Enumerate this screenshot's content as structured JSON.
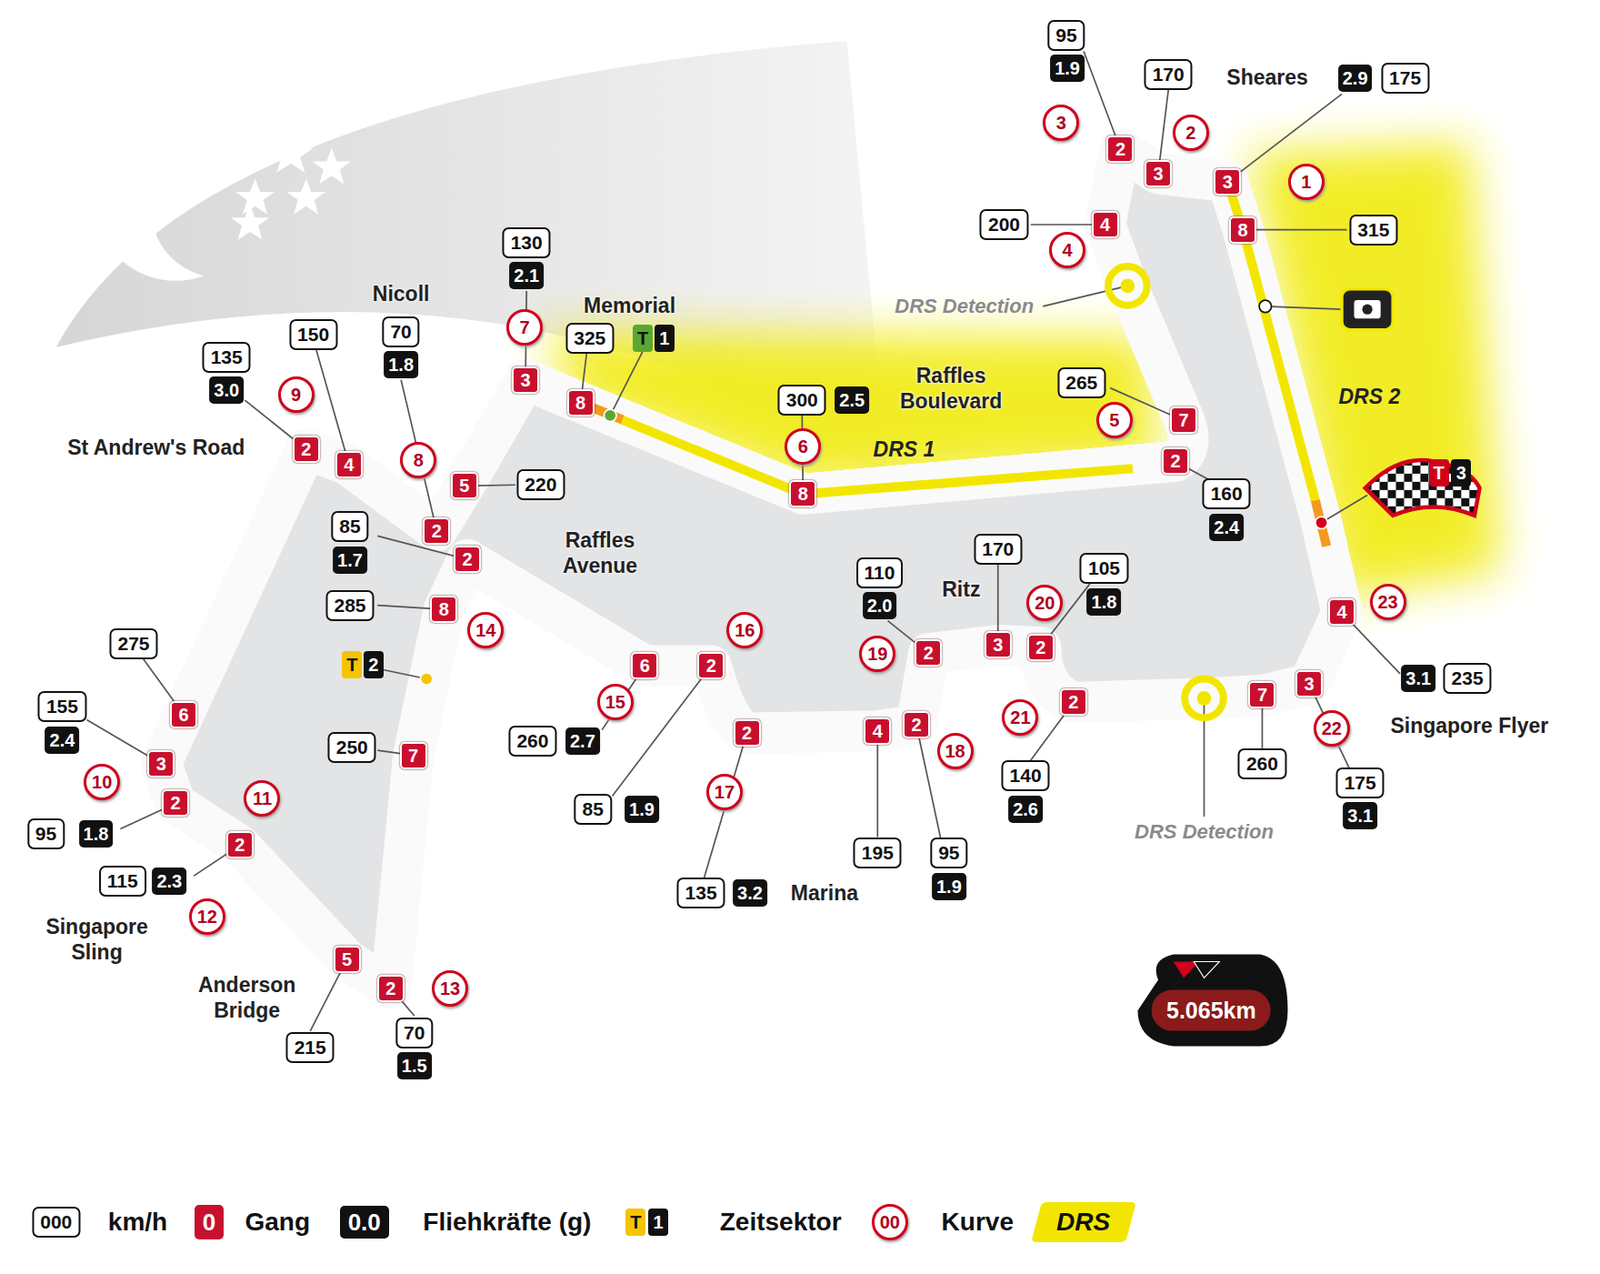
{
  "diagram": {
    "labels": [
      "95",
      "1.9",
      "3",
      "170",
      "2",
      "Sheares",
      "2.9",
      "175",
      "2",
      "3",
      "3",
      "1",
      "8",
      "315",
      "200",
      "4",
      "4",
      "DRS Detection",
      "Nicoll",
      "130",
      "2.1",
      "7",
      "Memorial",
      "325",
      "T",
      "1",
      "150",
      "70",
      "1.8",
      "135",
      "3.0",
      "9",
      "Raffles Boulevard",
      "265",
      "5",
      "300",
      "2.5",
      "DRS 1",
      "DRS 2",
      "6",
      "St Andrew's Road",
      "8",
      "3",
      "8",
      "4",
      "2",
      "5",
      "220",
      "7",
      "2",
      "8",
      "160",
      "2.4",
      "T",
      "3",
      "2",
      "85",
      "1.7",
      "Raffles Avenue",
      "2",
      "285",
      "8",
      "14",
      "16",
      "170",
      "110",
      "2.0",
      "Ritz",
      "105",
      "1.8",
      "20",
      "23",
      "4",
      "275",
      "T",
      "2",
      "6",
      "2",
      "19",
      "2",
      "3",
      "2",
      "155",
      "2.4",
      "6",
      "15",
      "21",
      "2",
      "7",
      "3",
      "3.1",
      "235",
      "Singapore Flyer",
      "22",
      "260",
      "2.7",
      "250",
      "7",
      "3",
      "2",
      "4",
      "2",
      "18",
      "260",
      "10",
      "17",
      "175",
      "140",
      "11",
      "2",
      "85",
      "1.9",
      "2.6",
      "3.1",
      "95",
      "1.8",
      "DRS Detection",
      "2",
      "195",
      "95",
      "115",
      "2.3",
      "135",
      "3.2",
      "Marina",
      "1.9",
      "Singapore Sling",
      "12",
      "Anderson Bridge",
      "5",
      "2",
      "13",
      "215",
      "70",
      "1.5",
      "5.065km",
      "000",
      "0",
      "0.0",
      "T",
      "1",
      "00"
    ],
    "legend": [
      {
        "text": "km/h"
      },
      {
        "text": "Gang",
        "color": "#c8102e"
      },
      {
        "text": "Fliehkräfte (g)",
        "color": "#111111"
      },
      {
        "text": "Zeitsektor"
      },
      {
        "text": "Kurve"
      },
      {
        "text": "DRS",
        "color": "#f2e600"
      }
    ]
  }
}
